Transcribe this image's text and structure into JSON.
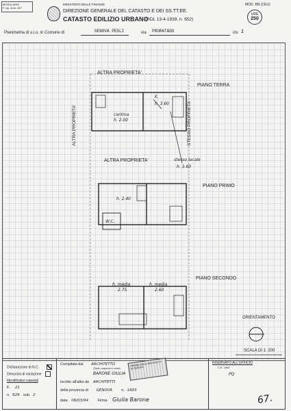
{
  "header": {
    "modulario": [
      "MODULARIO",
      "F. rig. rend. 497"
    ],
    "ministry": "MINISTERO DELLE FINANZE",
    "direction": "DIREZIONE GENERALE DEL CATASTO E DEI SS.TT.EE.",
    "catasto": "CATASTO EDILIZIO URBANO",
    "law": "(RDL 13-4-1939, n. 652)",
    "mod": "MOD. BN (CEU)",
    "ure_label": "URE",
    "ure_number": "250"
  },
  "planimetria": {
    "prefix": "Planimetria di u.i.u. in Comune di",
    "comune": "GENOVA PEGLI",
    "via_label": "via",
    "via": "PRORATADO",
    "civ_label": "civ.",
    "civ": "1"
  },
  "plan": {
    "altra_proprieta": "ALTRA PROPRIETA'",
    "altra_proprieta_2": "ALTRA PROPRIETA'",
    "altra_proprieta_left": "ALTRA PROPRIETA'",
    "stesso_proprieta": "STESSO PROPRIETA'",
    "piano_terra": "PIANO TERRA",
    "piano_primo": "PIANO PRIMO",
    "piano_secondo": "PIANO SECONDO",
    "cantina": "cantina",
    "cantina_h": "h. 2.00",
    "k": "K.",
    "k_h": "h. 3.60",
    "stesso_locale": "stesso locale",
    "stesso_locale_h": "h. 3.60",
    "h240": "h. 2.40",
    "wc": "W.C.",
    "h_media_1": "h. media",
    "h_media_1_val": "2.75",
    "h_media_2": "h. media",
    "h_media_2_val": "2.60",
    "orientamento": "ORIENTAMENTO",
    "scala": "SCALA DI 1: 200"
  },
  "footer": {
    "dichiarazione": "Dichiarazione di N.C.",
    "denuncia": "Denuncia di variazione",
    "identificativi": "Identificativi catastali",
    "f_label": "F.",
    "f_value": "21",
    "n_label": "n.",
    "n_value": "629",
    "sub_label": "sub.",
    "sub_value": "2",
    "compilata": "Compilata dal",
    "compilata_value": "ARCHITETTO",
    "compilata_note": "(Titolo, cognome e nome)",
    "name": "BARONE GIULIA",
    "iscritto": "Iscritto all'albo de",
    "iscritto_value": "ARCHITETTI",
    "provincia": "della provincia di",
    "provincia_value": "GENOVA",
    "n_albo": "n.",
    "n_albo_value": "1683",
    "data": "data",
    "data_value": "06/03/94",
    "firma": "Firma",
    "firma_value": "Giulia Barone",
    "riservato": "RISERVATO ALL'UFFICIO",
    "riservato_note": "C.E. 1987",
    "riservato_code": "PQ",
    "stamp": "ORDINE DEGLI ARCHITETTI DI GENOVA",
    "page_note": "67."
  }
}
